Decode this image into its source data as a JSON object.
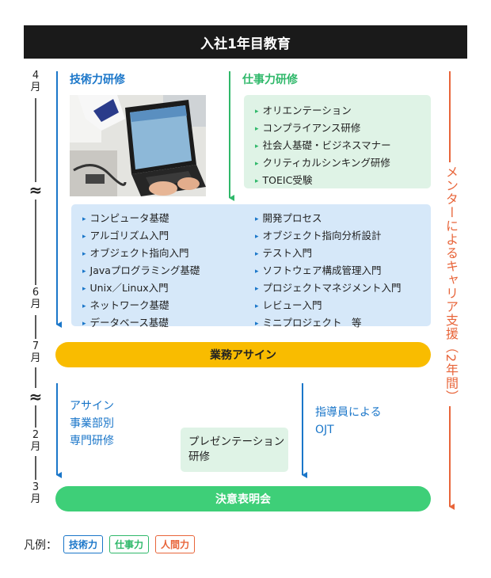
{
  "title": "入社1年目教育",
  "months": {
    "apr": [
      "4",
      "月"
    ],
    "jun": [
      "6",
      "月"
    ],
    "jul": [
      "7",
      "月"
    ],
    "feb": [
      "2",
      "月"
    ],
    "mar": [
      "3",
      "月"
    ]
  },
  "break_mark": "≈",
  "technical": {
    "title": "技術力研修"
  },
  "business": {
    "title": "仕事力研修",
    "items": [
      "オリエンテーション",
      "コンプライアンス研修",
      "社会人基礎・ビジネスマナー",
      "クリティカルシンキング研修",
      "TOEIC受験"
    ]
  },
  "tech_items_left": [
    "コンピュータ基礎",
    "アルゴリズム入門",
    "オブジェクト指向入門",
    "Javaプログラミング基礎",
    "Unix／Linux入門",
    "ネットワーク基礎",
    "データベース基礎"
  ],
  "tech_items_right": [
    "開発プロセス",
    "オブジェクト指向分析設計",
    "テスト入門",
    "ソフトウェア構成管理入門",
    "プロジェクトマネジメント入門",
    "レビュー入門",
    "ミニプロジェクト　等"
  ],
  "assign_bar": "業務アサイン",
  "after_assign_left": [
    "アサイン",
    "事業部別",
    "専門研修"
  ],
  "presentation": [
    "プレゼンテーション",
    "研修"
  ],
  "ojt": [
    "指導員による",
    "OJT"
  ],
  "final_bar": "決意表明会",
  "mentor_text": "メンターによるキャリア支援（2年間）",
  "legend": {
    "label": "凡例：",
    "items": [
      "技術力",
      "仕事力",
      "人間力"
    ]
  },
  "colors": {
    "blue": "#1a76c9",
    "green": "#2fb86a",
    "orange": "#e8653a",
    "yellow": "#f9bc00",
    "pill_green": "#3ecf78",
    "banner": "#1a1a1a"
  }
}
